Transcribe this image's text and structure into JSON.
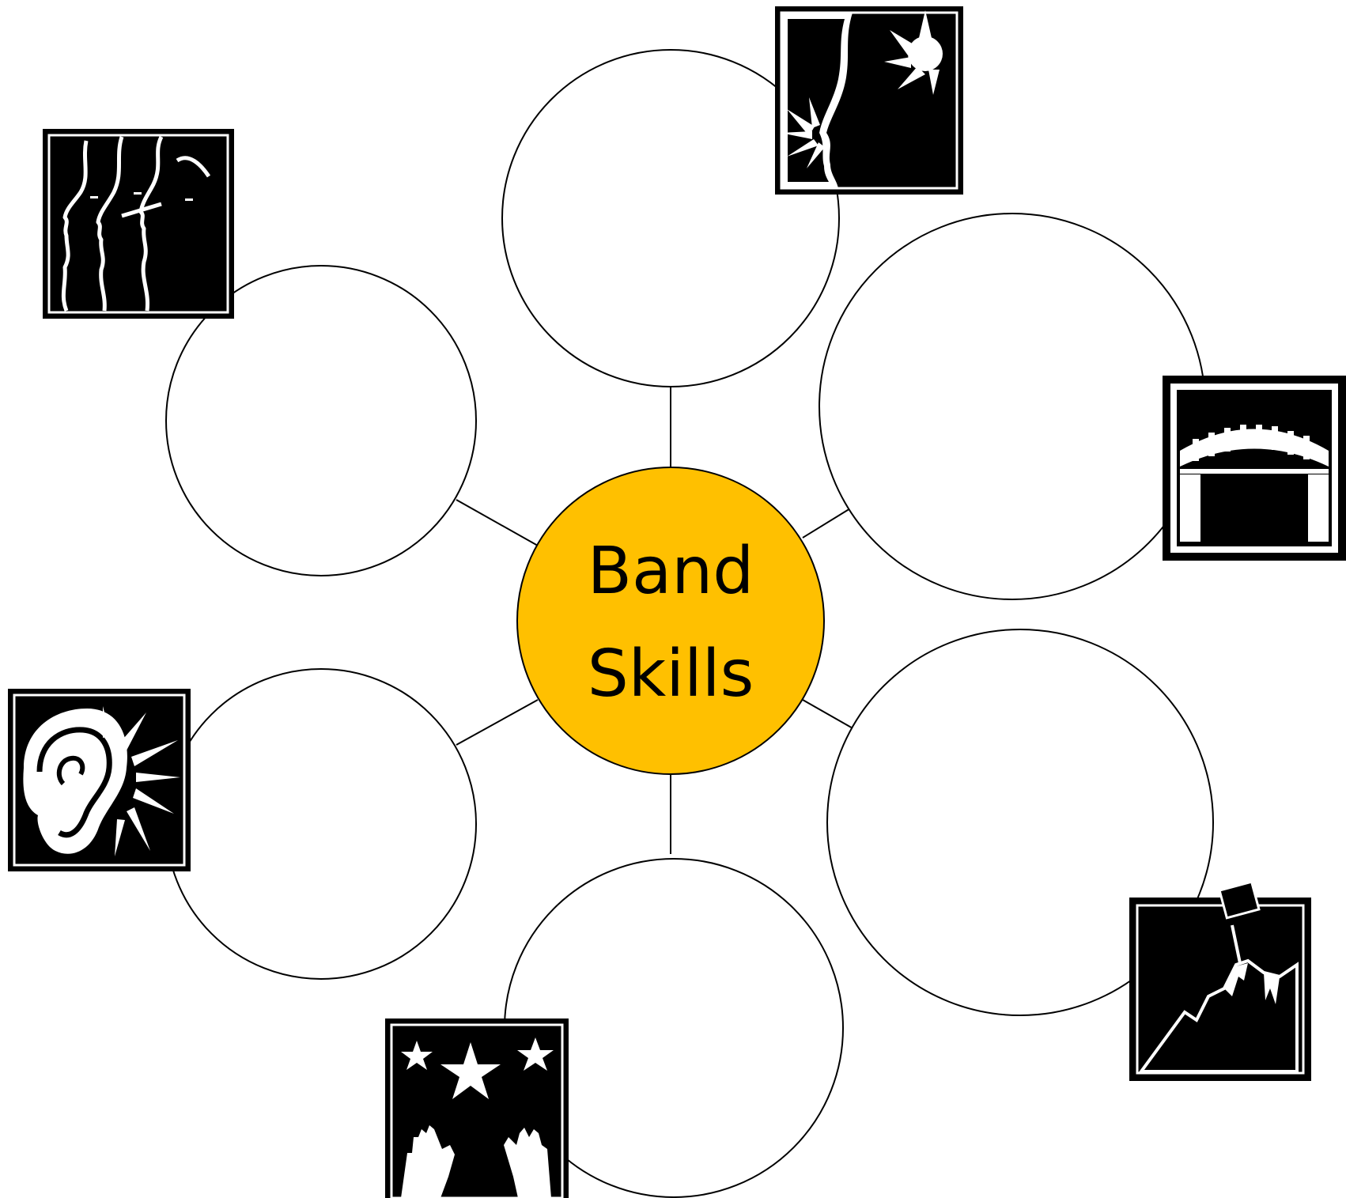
{
  "diagram": {
    "center": {
      "lines": [
        "Band",
        "Skills"
      ],
      "fill": "#FFC000"
    },
    "bubbles": [
      {
        "name": "top",
        "text": "",
        "icon": "singing-profile-icon"
      },
      {
        "name": "upper-right",
        "text": "",
        "icon": "bridge-icon"
      },
      {
        "name": "lower-right",
        "text": "",
        "icon": "mountain-summit-flag-icon"
      },
      {
        "name": "bottom",
        "text": "",
        "icon": "reaching-for-stars-icon"
      },
      {
        "name": "lower-left",
        "text": "",
        "icon": "listening-ear-icon"
      },
      {
        "name": "upper-left",
        "text": "",
        "icon": "group-faces-icon"
      }
    ]
  }
}
